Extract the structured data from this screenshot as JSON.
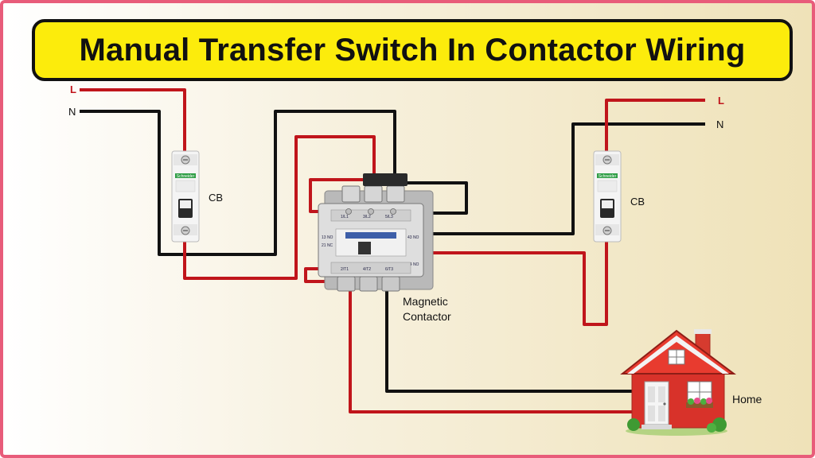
{
  "title": "Manual Transfer Switch In Contactor Wiring",
  "labels": {
    "left_line": "L",
    "left_neutral": "N",
    "right_line": "L",
    "right_neutral": "N",
    "left_breaker": "CB",
    "right_breaker": "CB",
    "contactor_line1": "Magnetic",
    "contactor_line2": "Contactor",
    "home": "Home"
  },
  "colors": {
    "line_wire": "#c0151b",
    "neutral_wire": "#111111",
    "title_background": "#fcec0c",
    "frame_border": "#e85c7a"
  },
  "icons": [
    "circuit-breaker-icon",
    "magnetic-contactor-icon",
    "house-icon"
  ]
}
